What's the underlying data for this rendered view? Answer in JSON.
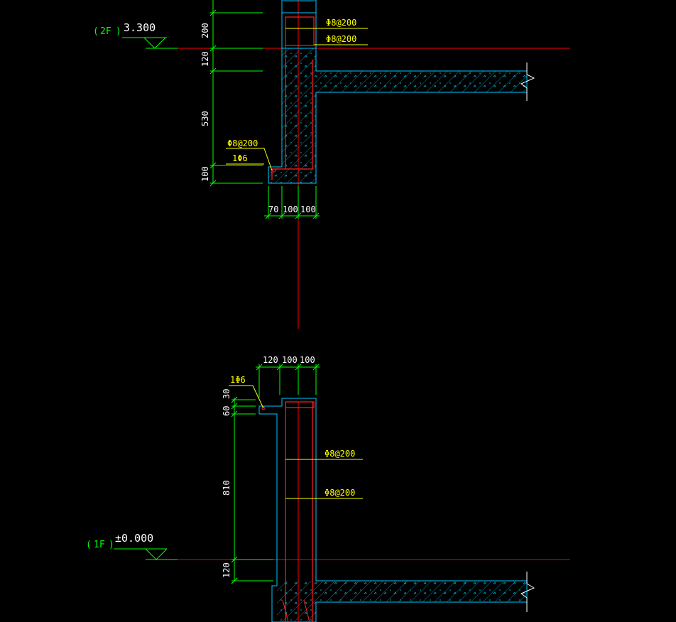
{
  "colors": {
    "background": "#000000",
    "dimension": "#00ff00",
    "concrete_outline": "#00c8ff",
    "rebar": "#ff2020",
    "axis": "#ff0000",
    "rebar_label": "#ffff00",
    "text": "#ffffff"
  },
  "upper_detail": {
    "floor_tag": "2F",
    "elevation": "3.300",
    "dims_vertical": [
      "200",
      "120",
      "530",
      "100"
    ],
    "dims_horizontal": [
      "70",
      "100",
      "100"
    ],
    "rebar_labels": [
      "Φ8@200",
      "Φ8@200",
      "Φ8@200",
      "1Φ6"
    ]
  },
  "lower_detail": {
    "floor_tag": "1F",
    "elevation": "±0.000",
    "dims_horizontal": [
      "120",
      "100",
      "100"
    ],
    "dims_vertical": [
      "30",
      "60",
      "810",
      "120"
    ],
    "rebar_labels": [
      "1Φ6",
      "Φ8@200",
      "Φ8@200"
    ]
  }
}
